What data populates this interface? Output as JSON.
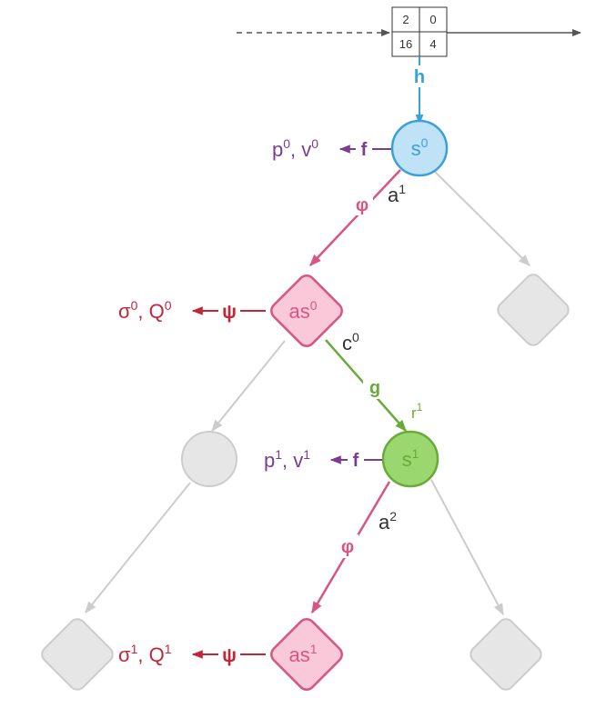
{
  "colors": {
    "blue": "#3aa0d8",
    "blue_fill": "#bfe2f7",
    "pink": "#d9557f",
    "pink_fill": "#f9c9d9",
    "green": "#6aaa3a",
    "green_fill": "#9ad86f",
    "purple": "#7a3d8f",
    "red": "#c0283a",
    "gray": "#cccccc",
    "gray_fill": "#e6e6e6",
    "dark": "#555555",
    "text": "#333333"
  },
  "grid": {
    "cells": [
      "2",
      "0",
      "16",
      "4"
    ]
  },
  "nodes": {
    "s0": {
      "base": "s",
      "sup": "0"
    },
    "as0": {
      "base": "as",
      "sup": "0"
    },
    "s1": {
      "base": "s",
      "sup": "1"
    },
    "as1": {
      "base": "as",
      "sup": "1"
    }
  },
  "functions": {
    "h": "h",
    "f0": "f",
    "phi0": "φ",
    "psi0": "ψ",
    "g": "g",
    "f1": "f",
    "phi1": "φ",
    "psi1": "ψ"
  },
  "outputs": {
    "pv0": {
      "a": "p",
      "a_sup": "0",
      "sep": ", ",
      "b": "v",
      "b_sup": "0"
    },
    "sq0": {
      "a": "σ",
      "a_sup": "0",
      "sep": ", ",
      "b": "Q",
      "b_sup": "0"
    },
    "pv1": {
      "a": "p",
      "a_sup": "1",
      "sep": ", ",
      "b": "v",
      "b_sup": "1"
    },
    "sq1": {
      "a": "σ",
      "a_sup": "1",
      "sep": ", ",
      "b": "Q",
      "b_sup": "1"
    }
  },
  "edge_labels": {
    "a1": {
      "base": "a",
      "sup": "1"
    },
    "c0": {
      "base": "c",
      "sup": "0"
    },
    "r1": {
      "base": "r",
      "sup": "1"
    },
    "a2": {
      "base": "a",
      "sup": "2"
    }
  }
}
